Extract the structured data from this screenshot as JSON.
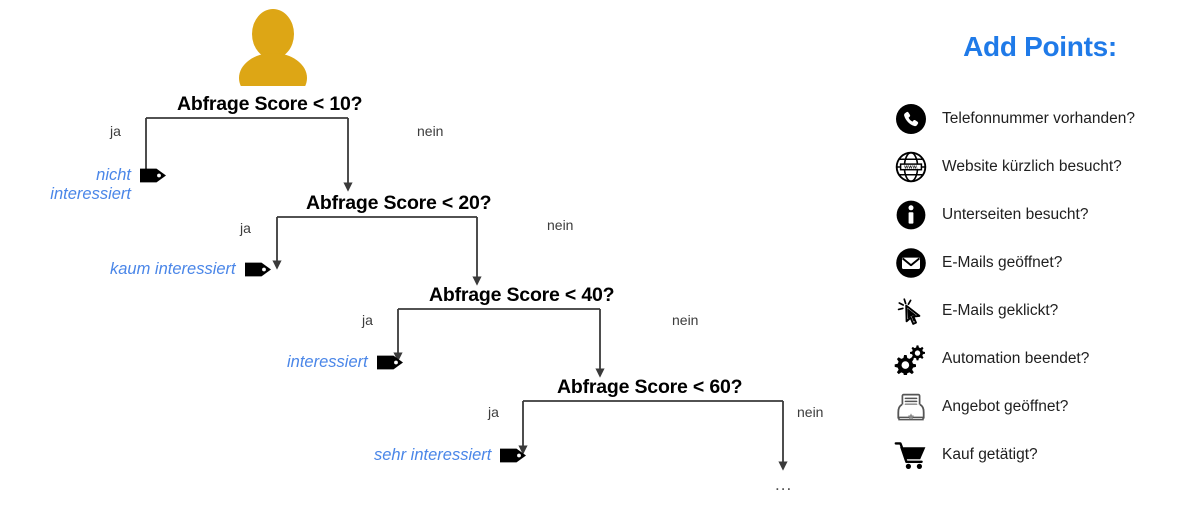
{
  "tree": {
    "root_icon": "person-avatar-icon",
    "root_icon_color": "#DDA615",
    "branch_yes_label": "ja",
    "branch_no_label": "nein",
    "terminal_ellipsis": "...",
    "nodes": [
      {
        "id": "q10",
        "question": "Abfrage Score < 10?"
      },
      {
        "id": "q20",
        "question": "Abfrage Score < 20?"
      },
      {
        "id": "q40",
        "question": "Abfrage Score < 40?"
      },
      {
        "id": "q60",
        "question": "Abfrage Score < 60?"
      }
    ],
    "leaves": [
      {
        "id": "leaf-nicht",
        "line1": "nicht",
        "line2": "interessiert",
        "icon": "tag-icon"
      },
      {
        "id": "leaf-kaum",
        "line1": "kaum interessiert",
        "line2": "",
        "icon": "tag-icon"
      },
      {
        "id": "leaf-interessiert",
        "line1": "interessiert",
        "line2": "",
        "icon": "tag-icon"
      },
      {
        "id": "leaf-sehr",
        "line1": "sehr interessiert",
        "line2": "",
        "icon": "tag-icon"
      }
    ],
    "edge_labels": {
      "q10_yes": "ja",
      "q10_no": "nein",
      "q20_yes": "ja",
      "q20_no": "nein",
      "q40_yes": "ja",
      "q40_no": "nein",
      "q60_yes": "ja",
      "q60_no": "nein"
    },
    "leaf_text_color": "#4A86E8",
    "connector_color": "#3A3A3A"
  },
  "points": {
    "title": "Add Points:",
    "title_color": "#1F7AE8",
    "items": [
      {
        "icon": "phone-circle-icon",
        "label": "Telefonnummer vorhanden?"
      },
      {
        "icon": "globe-www-icon",
        "label": "Website kürzlich besucht?"
      },
      {
        "icon": "info-circle-icon",
        "label": "Unterseiten besucht?"
      },
      {
        "icon": "envelope-circle-icon",
        "label": "E-Mails geöffnet?"
      },
      {
        "icon": "click-cursor-icon",
        "label": "E-Mails geklickt?"
      },
      {
        "icon": "gears-icon",
        "label": "Automation beendet?"
      },
      {
        "icon": "document-hands-icon",
        "label": "Angebot geöffnet?"
      },
      {
        "icon": "shopping-cart-icon",
        "label": "Kauf getätigt?"
      }
    ]
  }
}
